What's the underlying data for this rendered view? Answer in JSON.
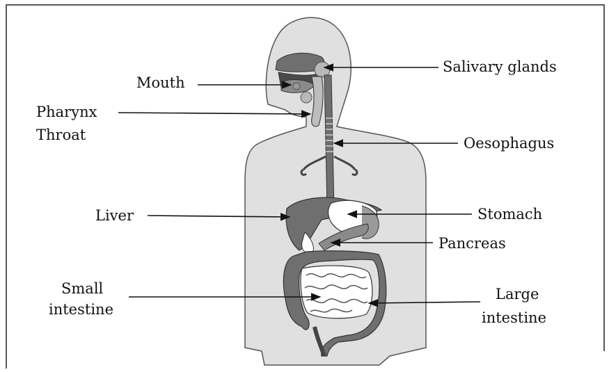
{
  "labels": {
    "mouth": "Mouth",
    "pharynx": "Pharynx",
    "throat": "Throat",
    "salivary_glands": "Salivary glands",
    "oesophagus": "Oesophagus",
    "liver": "Liver",
    "stomach": "Stomach",
    "pancreas": "Pancreas",
    "small_intestine_1": "Small",
    "small_intestine_2": "intestine",
    "large_intestine_1": "Large",
    "large_intestine_2": "intestine"
  },
  "colors": {
    "body_fill": "#e0e0e0",
    "outline": "#444444",
    "organ_dark": "#6f6f6f",
    "organ_mid": "#9a9a9a",
    "organ_light": "#ffffff",
    "text": "#111111"
  }
}
